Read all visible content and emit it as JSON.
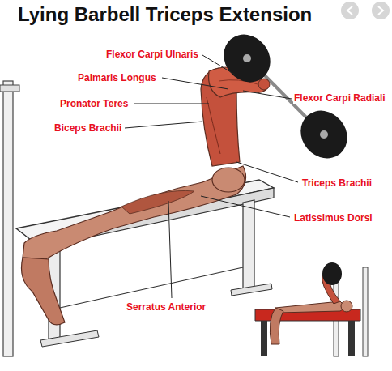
{
  "diagram": {
    "title": "Lying Barbell Triceps Extension",
    "labels": [
      "Flexor Carpi Ulnaris",
      "Palmaris Longus",
      "Flexor Carpi Radiali",
      "Pronator Teres",
      "Biceps Brachii",
      "Triceps Brachii",
      "Latissimus Dorsi",
      "Serratus Anterior"
    ]
  }
}
